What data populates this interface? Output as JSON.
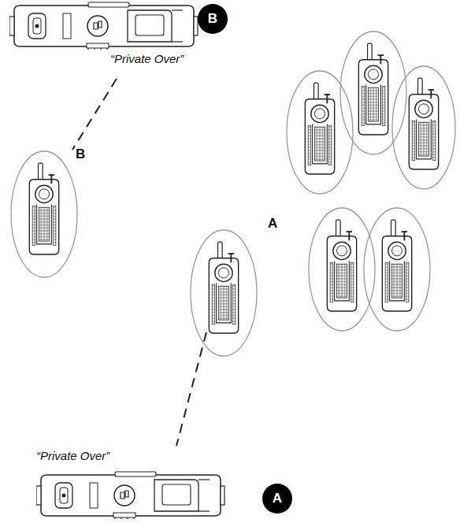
{
  "diagram": {
    "nodes": [
      {
        "text": [
          "B"
        ]
      },
      {
        "text": [
          "A"
        ]
      }
    ],
    "labels": [
      "“Private Over”",
      "B",
      "A",
      "“Private Over”"
    ]
  }
}
